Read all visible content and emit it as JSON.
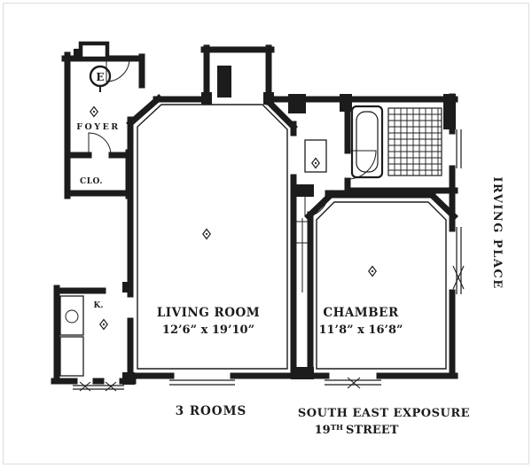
{
  "plan_labels": {
    "foyer": "FOYER",
    "closet": "CLO.",
    "kitchenette": "K.",
    "living_room": "LIVING ROOM",
    "living_room_dims": "12’6” x 19’10”",
    "chamber": "CHAMBER",
    "chamber_dims": "11’8” x 16’8”",
    "electric_symbol": "E"
  },
  "captions": {
    "room_count": "3 ROOMS",
    "exposure": "SOUTH EAST EXPOSURE",
    "street_number": "19",
    "street_ordinal": "TH",
    "street_word": "STREET",
    "side_street": "IRVING PLACE"
  },
  "colors": {
    "ink": "#1c1c1c",
    "paper": "#ffffff"
  }
}
